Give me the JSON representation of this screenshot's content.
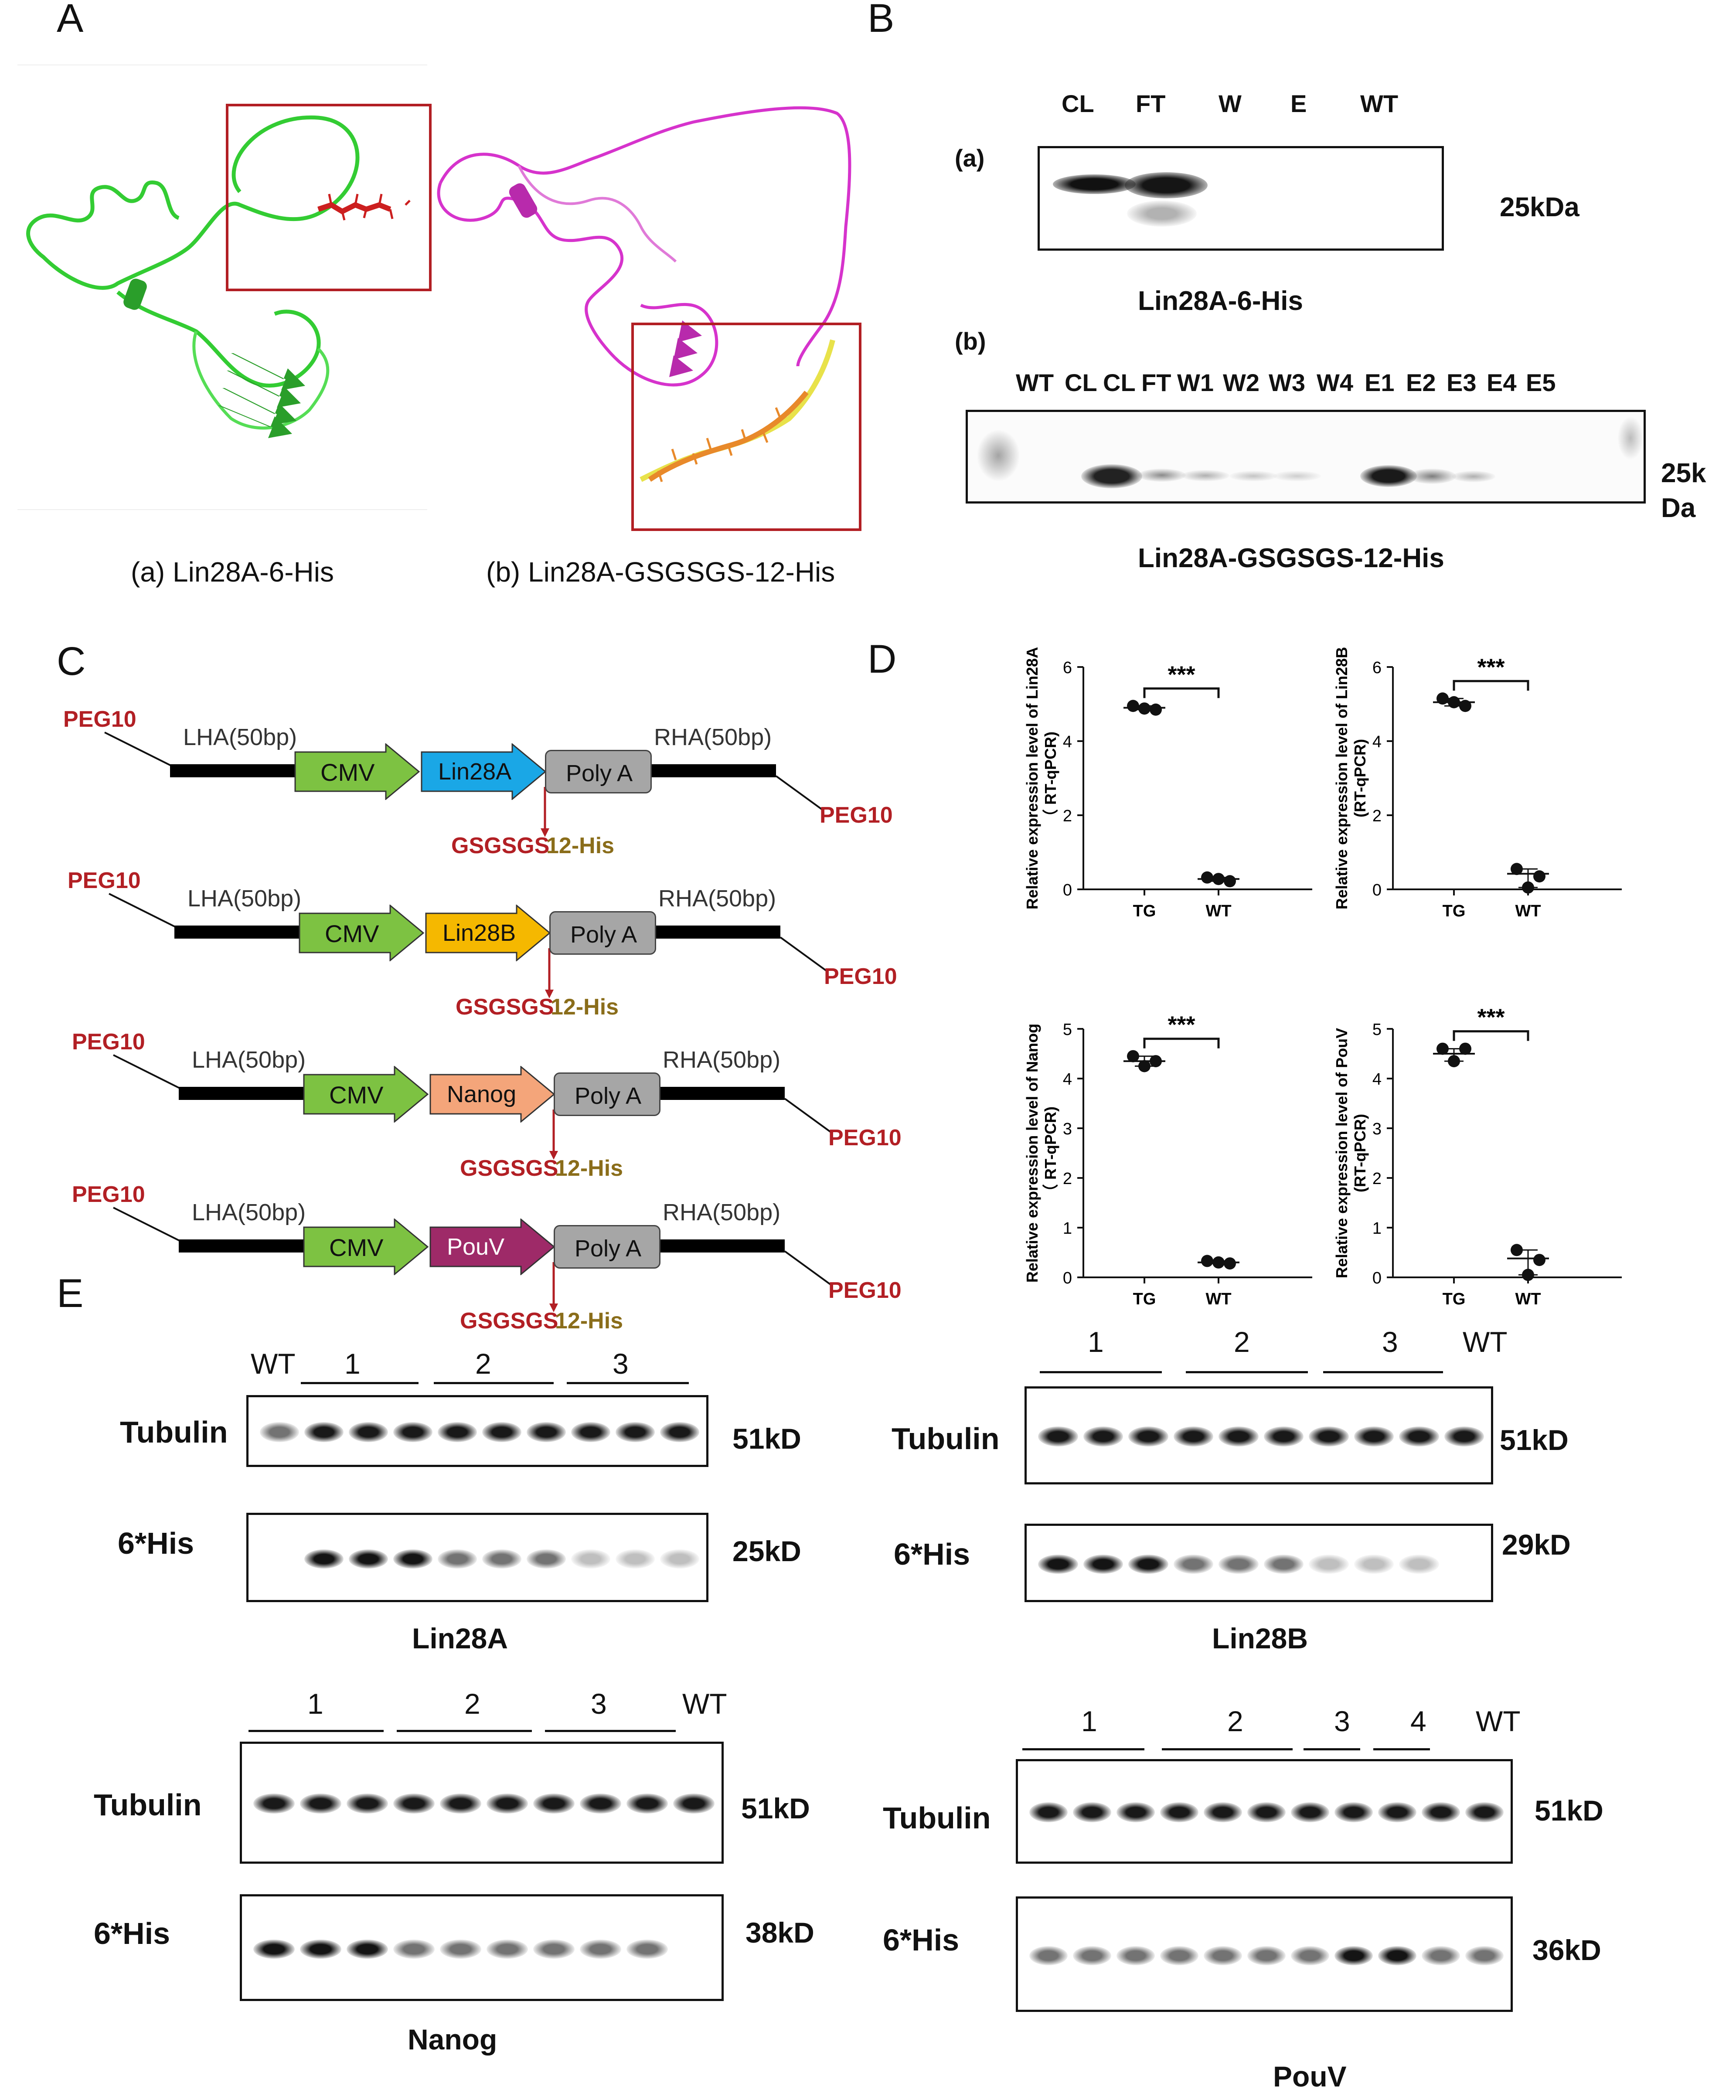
{
  "panels": {
    "A": "A",
    "B": "B",
    "C": "C",
    "D": "D",
    "E": "E"
  },
  "panelA": {
    "caption_a": "(a) Lin28A-6-His",
    "caption_b": "(b) Lin28A-GSGSGS-12-His",
    "colors": {
      "lin28a": "#33cc33",
      "lin28a_tag": "#cc1f1f",
      "gsgs": "#d633cc",
      "tag_b_orange": "#e8892a",
      "tag_b_yellow": "#e8e24a",
      "box": "#b21f24"
    }
  },
  "panelB": {
    "a": {
      "label": "(a)",
      "lanes": [
        "CL",
        "FT",
        "W",
        "E",
        "WT"
      ],
      "size": "25kDa",
      "caption": "Lin28A-6-His"
    },
    "b": {
      "label": "(b)",
      "lanes": [
        "WT",
        "CL",
        "CL",
        "FT",
        "W1",
        "W2",
        "W3",
        "W4",
        "E1",
        "E2",
        "E3",
        "E4",
        "E5"
      ],
      "size_line1": "25k",
      "size_line2": "Da",
      "caption": "Lin28A-GSGSGS-12-His"
    }
  },
  "panelC": {
    "constructs": [
      {
        "gene": "Lin28A",
        "gene_color": "#1aa7e6",
        "left": "PEG10",
        "right": "PEG10",
        "lha": "LHA(50bp)",
        "rha": "RHA(50bp)",
        "promoter": "CMV",
        "polya": "Poly A",
        "linker": "GSGSGS",
        "tag": "12-His"
      },
      {
        "gene": "Lin28B",
        "gene_color": "#f5b800",
        "left": "PEG10",
        "right": "PEG10",
        "lha": "LHA(50bp)",
        "rha": "RHA(50bp)",
        "promoter": "CMV",
        "polya": "Poly A",
        "linker": "GSGSGS",
        "tag": "12-His"
      },
      {
        "gene": "Nanog",
        "gene_color": "#f4a57a",
        "left": "PEG10",
        "right": "PEG10",
        "lha": "LHA(50bp)",
        "rha": "RHA(50bp)",
        "promoter": "CMV",
        "polya": "Poly A",
        "linker": "GSGSGS",
        "tag": "12-His"
      },
      {
        "gene": "PouV",
        "gene_color": "#9e2a68",
        "left": "PEG10",
        "right": "PEG10",
        "lha": "LHA(50bp)",
        "rha": "RHA(50bp)",
        "promoter": "CMV",
        "polya": "Poly A",
        "linker": "GSGSGS",
        "tag": "12-His"
      }
    ],
    "colors": {
      "cmv": "#7dc242",
      "polya": "#a6a6a6",
      "peg10": "#b21f24",
      "linker": "#b21f24",
      "tag": "#8a6d1a"
    }
  },
  "chart_data": [
    {
      "type": "scatter",
      "ylabel_line1": "Relative expression level of Lin28A",
      "ylabel_line2": "（ RT-qPCR)",
      "categories": [
        "TG",
        "WT"
      ],
      "ylim": [
        0,
        6
      ],
      "yticks": [
        0,
        2,
        4,
        6
      ],
      "series": [
        {
          "values": [
            [
              4.95,
              4.85,
              4.88
            ],
            [
              0.32,
              0.22,
              0.28
            ]
          ]
        }
      ],
      "means": [
        4.9,
        0.28
      ],
      "significance": "***"
    },
    {
      "type": "scatter",
      "ylabel_line1": "Relative expression level of Lin28B",
      "ylabel_line2": "(RT-qPCR)",
      "categories": [
        "TG",
        "WT"
      ],
      "ylim": [
        0,
        6
      ],
      "yticks": [
        0,
        2,
        4,
        6
      ],
      "series": [
        {
          "values": [
            [
              5.15,
              4.95,
              5.05
            ],
            [
              0.55,
              0.35,
              0.05
            ]
          ]
        }
      ],
      "means": [
        5.05,
        0.42
      ],
      "significance": "***"
    },
    {
      "type": "scatter",
      "ylabel_line1": "Relative expression level of Nanog",
      "ylabel_line2": "（ RT-qPCR)",
      "categories": [
        "TG",
        "WT"
      ],
      "ylim": [
        0,
        5
      ],
      "yticks": [
        0,
        1,
        2,
        3,
        4,
        5
      ],
      "series": [
        {
          "values": [
            [
              4.45,
              4.35,
              4.25
            ],
            [
              0.33,
              0.28,
              0.3
            ]
          ]
        }
      ],
      "means": [
        4.35,
        0.3
      ],
      "significance": "***"
    },
    {
      "type": "scatter",
      "ylabel_line1": "Relative expression level of PouV",
      "ylabel_line2": "(RT-qPCR)",
      "categories": [
        "TG",
        "WT"
      ],
      "ylim": [
        0,
        5
      ],
      "yticks": [
        0,
        1,
        2,
        3,
        4,
        5
      ],
      "series": [
        {
          "values": [
            [
              4.6,
              4.6,
              4.35
            ],
            [
              0.55,
              0.35,
              0.05
            ]
          ]
        }
      ],
      "means": [
        4.5,
        0.38
      ],
      "significance": "***"
    }
  ],
  "panelE": {
    "blots": [
      {
        "name": "Lin28A",
        "groups": [
          "WT",
          "1",
          "2",
          "3"
        ],
        "row1": "Tubulin",
        "row2": "6*His",
        "size1": "51kD",
        "size2": "25kD"
      },
      {
        "name": "Lin28B",
        "groups": [
          "1",
          "2",
          "3",
          "WT"
        ],
        "row1": "Tubulin",
        "row2": "6*His",
        "size1": "51kD",
        "size2": "29kD"
      },
      {
        "name": "Nanog",
        "groups": [
          "1",
          "2",
          "3",
          "WT"
        ],
        "row1": "Tubulin",
        "row2": "6*His",
        "size1": "51kD",
        "size2": "38kD"
      },
      {
        "name": "PouV",
        "groups": [
          "1",
          "2",
          "3",
          "4",
          "WT"
        ],
        "row1": "Tubulin",
        "row2": "6*His",
        "size1": "51kD",
        "size2": "36kD"
      }
    ]
  }
}
